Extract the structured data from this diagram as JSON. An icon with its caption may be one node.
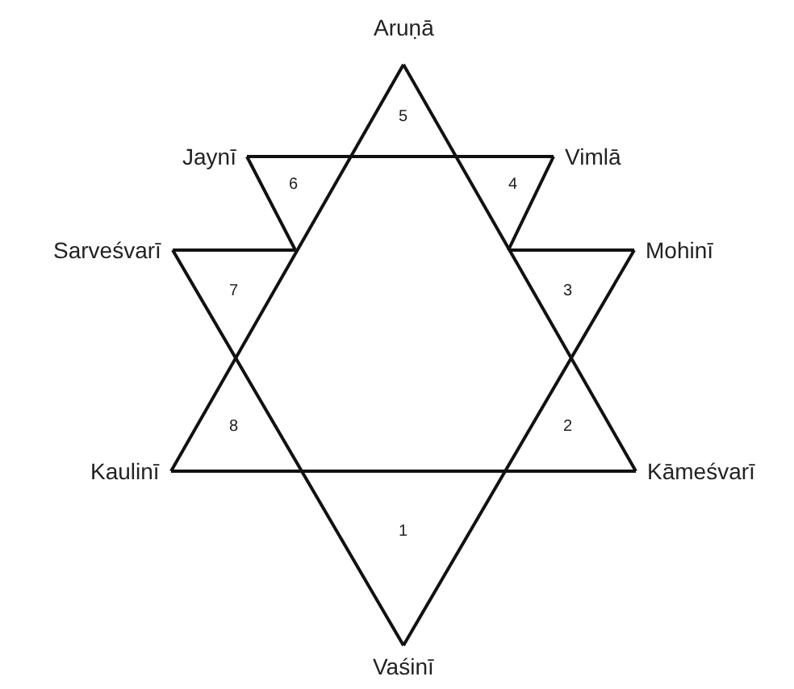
{
  "diagram": {
    "labels": [
      "Aruṇā",
      "5",
      "Jaynī",
      "Vimlā",
      "6",
      "4",
      "Sarveśvarī",
      "Mohinī",
      "7",
      "3",
      "8",
      "2",
      "Kaulinī",
      "Kāmeśvarī",
      "1",
      "Vaśinī"
    ]
  }
}
